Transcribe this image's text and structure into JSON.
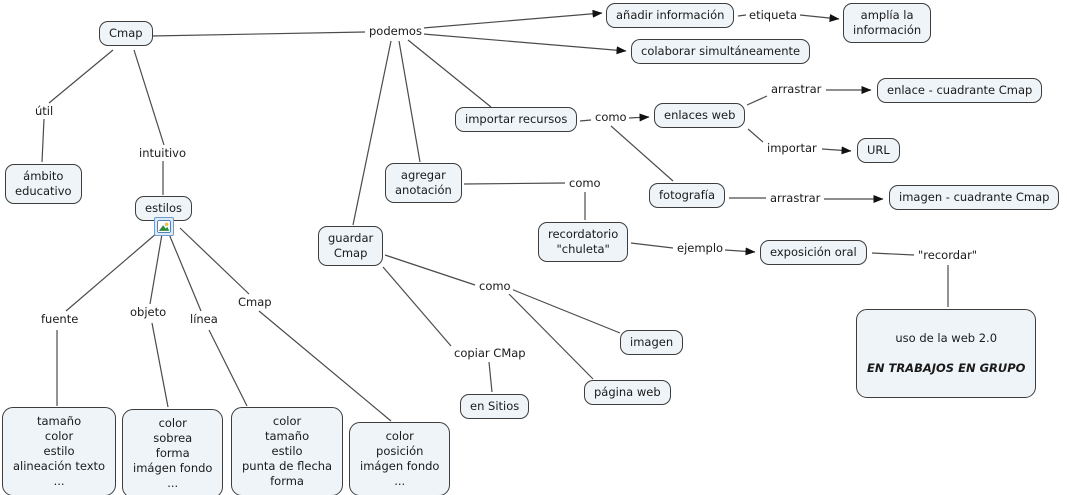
{
  "colors": {
    "background": "#ffffff",
    "node_fill": "#eef4f8",
    "node_border": "#3d3d3d",
    "line": "#4b4b4b",
    "arrow": "#111111",
    "text": "#1a1a1a"
  },
  "nodes": {
    "cmap": {
      "label": "Cmap"
    },
    "anadir": {
      "label": "añadir información"
    },
    "amplia": {
      "label": "amplía la\ninformación"
    },
    "colaborar": {
      "label": "colaborar simultáneamente"
    },
    "importar_recursos": {
      "label": "importar recursos"
    },
    "enlaces_web": {
      "label": "enlaces web"
    },
    "enlace_cuadrante": {
      "label": "enlace - cuadrante Cmap"
    },
    "url": {
      "label": "URL"
    },
    "fotografia": {
      "label": "fotografía"
    },
    "imagen_cuadrante": {
      "label": "imagen - cuadrante Cmap"
    },
    "agregar_anotacion": {
      "label": "agregar\nanotación"
    },
    "recordatorio": {
      "label": "recordatorio\n\"chuleta\""
    },
    "exposicion_oral": {
      "label": "exposición oral"
    },
    "uso_web": {
      "line1": "uso de la web 2.0",
      "line2": "EN TRABAJOS EN GRUPO"
    },
    "ambito": {
      "label": "ámbito\neducativo"
    },
    "estilos": {
      "label": "estilos"
    },
    "guardar_cmap": {
      "label": "guardar\nCmap"
    },
    "en_sitios": {
      "label": "en Sitios"
    },
    "imagen": {
      "label": "imagen"
    },
    "pagina_web": {
      "label": "página web"
    },
    "box_fuente": {
      "label": "tamaño\ncolor\nestilo\nalineación texto\n..."
    },
    "box_objeto": {
      "label": "color\nsobrea\nforma\nimágen fondo\n..."
    },
    "box_linea": {
      "label": "color\ntamaño\nestilo\npunta de flecha\nforma"
    },
    "box_cmap": {
      "label": "color\nposición\nimágen fondo\n..."
    }
  },
  "labels": {
    "podemos": "podemos",
    "etiqueta": "etiqueta",
    "como1": "como",
    "arrastrar1": "arrastrar",
    "importar": "importar",
    "como2": "como",
    "arrastrar2": "arrastrar",
    "ejemplo": "ejemplo",
    "recordar": "\"recordar\"",
    "util": "útil",
    "intuitivo": "intuitivo",
    "fuente": "fuente",
    "objeto": "objeto",
    "linea": "línea",
    "cmap_estilo": "Cmap",
    "como3": "como",
    "copiar_cmap": "copiar CMap"
  },
  "icons": {
    "estilos_resource": "image-icon"
  }
}
